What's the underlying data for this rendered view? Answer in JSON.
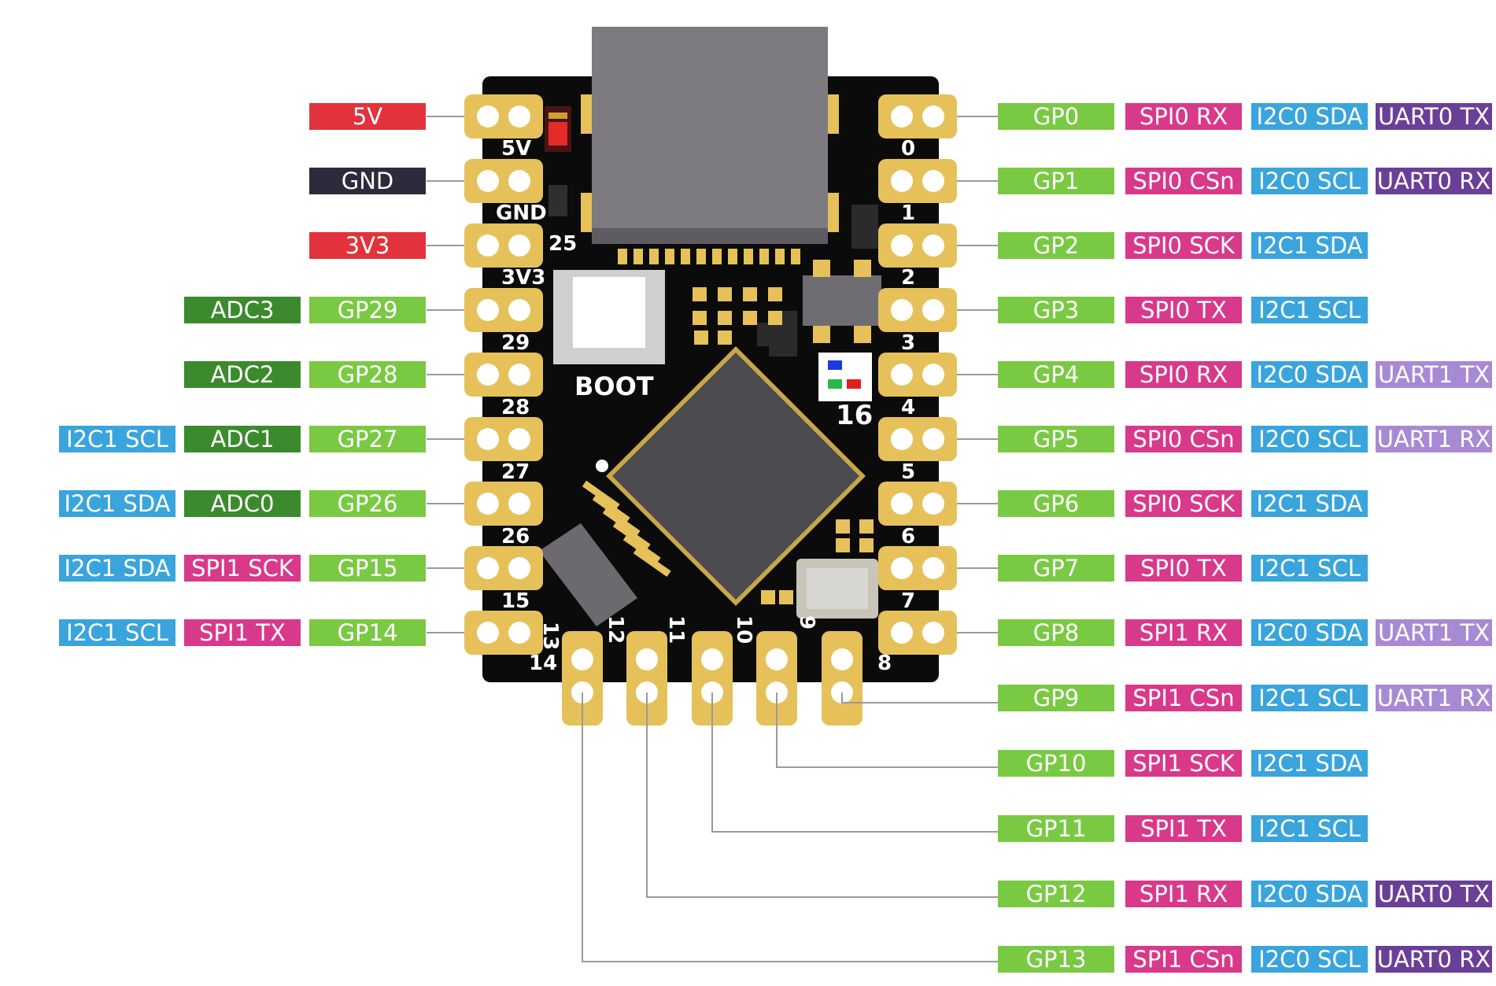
{
  "colors": {
    "power_red": "#e2323c",
    "ground": "#2b2b3b",
    "gpio_green": "#7ac943",
    "adc_green": "#3c8a2e",
    "spi_pink": "#d9398a",
    "i2c_blue": "#3aa4dc",
    "uart0_purple": "#6a3f97",
    "uart1_lavender": "#a88ad4",
    "board_black": "#0b0b0b",
    "pad_gold": "#e6c15a",
    "leader_gray": "#9a9a9a"
  },
  "left_pins": [
    {
      "labels": [
        {
          "text": "5V",
          "type": "power"
        }
      ]
    },
    {
      "labels": [
        {
          "text": "GND",
          "type": "ground"
        }
      ]
    },
    {
      "labels": [
        {
          "text": "3V3",
          "type": "power"
        }
      ]
    },
    {
      "labels": [
        {
          "text": "ADC3",
          "type": "adc"
        },
        {
          "text": "GP29",
          "type": "gpio"
        }
      ]
    },
    {
      "labels": [
        {
          "text": "ADC2",
          "type": "adc"
        },
        {
          "text": "GP28",
          "type": "gpio"
        }
      ]
    },
    {
      "labels": [
        {
          "text": "I2C1 SCL",
          "type": "i2c"
        },
        {
          "text": "ADC1",
          "type": "adc"
        },
        {
          "text": "GP27",
          "type": "gpio"
        }
      ]
    },
    {
      "labels": [
        {
          "text": "I2C1 SDA",
          "type": "i2c"
        },
        {
          "text": "ADC0",
          "type": "adc"
        },
        {
          "text": "GP26",
          "type": "gpio"
        }
      ]
    },
    {
      "labels": [
        {
          "text": "I2C1 SDA",
          "type": "i2c"
        },
        {
          "text": "SPI1 SCK",
          "type": "spi"
        },
        {
          "text": "GP15",
          "type": "gpio"
        }
      ]
    },
    {
      "labels": [
        {
          "text": "I2C1 SCL",
          "type": "i2c"
        },
        {
          "text": "SPI1 TX",
          "type": "spi"
        },
        {
          "text": "GP14",
          "type": "gpio"
        }
      ]
    }
  ],
  "right_pins": [
    {
      "labels": [
        {
          "text": "GP0",
          "type": "gpio"
        },
        {
          "text": "SPI0 RX",
          "type": "spi"
        },
        {
          "text": "I2C0 SDA",
          "type": "i2c"
        },
        {
          "text": "UART0 TX",
          "type": "uart0"
        }
      ]
    },
    {
      "labels": [
        {
          "text": "GP1",
          "type": "gpio"
        },
        {
          "text": "SPI0 CSn",
          "type": "spi"
        },
        {
          "text": "I2C0 SCL",
          "type": "i2c"
        },
        {
          "text": "UART0 RX",
          "type": "uart0"
        }
      ]
    },
    {
      "labels": [
        {
          "text": "GP2",
          "type": "gpio"
        },
        {
          "text": "SPI0 SCK",
          "type": "spi"
        },
        {
          "text": "I2C1 SDA",
          "type": "i2c"
        }
      ]
    },
    {
      "labels": [
        {
          "text": "GP3",
          "type": "gpio"
        },
        {
          "text": "SPI0 TX",
          "type": "spi"
        },
        {
          "text": "I2C1 SCL",
          "type": "i2c"
        }
      ]
    },
    {
      "labels": [
        {
          "text": "GP4",
          "type": "gpio"
        },
        {
          "text": "SPI0 RX",
          "type": "spi"
        },
        {
          "text": "I2C0 SDA",
          "type": "i2c"
        },
        {
          "text": "UART1 TX",
          "type": "uart1"
        }
      ]
    },
    {
      "labels": [
        {
          "text": "GP5",
          "type": "gpio"
        },
        {
          "text": "SPI0 CSn",
          "type": "spi"
        },
        {
          "text": "I2C0 SCL",
          "type": "i2c"
        },
        {
          "text": "UART1 RX",
          "type": "uart1"
        }
      ]
    },
    {
      "labels": [
        {
          "text": "GP6",
          "type": "gpio"
        },
        {
          "text": "SPI0 SCK",
          "type": "spi"
        },
        {
          "text": "I2C1 SDA",
          "type": "i2c"
        }
      ]
    },
    {
      "labels": [
        {
          "text": "GP7",
          "type": "gpio"
        },
        {
          "text": "SPI0 TX",
          "type": "spi"
        },
        {
          "text": "I2C1 SCL",
          "type": "i2c"
        }
      ]
    },
    {
      "labels": [
        {
          "text": "GP8",
          "type": "gpio"
        },
        {
          "text": "SPI1 RX",
          "type": "spi"
        },
        {
          "text": "I2C0 SDA",
          "type": "i2c"
        },
        {
          "text": "UART1 TX",
          "type": "uart1"
        }
      ]
    },
    {
      "labels": [
        {
          "text": "GP9",
          "type": "gpio"
        },
        {
          "text": "SPI1 CSn",
          "type": "spi"
        },
        {
          "text": "I2C1 SCL",
          "type": "i2c"
        },
        {
          "text": "UART1 RX",
          "type": "uart1"
        }
      ]
    },
    {
      "labels": [
        {
          "text": "GP10",
          "type": "gpio"
        },
        {
          "text": "SPI1 SCK",
          "type": "spi"
        },
        {
          "text": "I2C1 SDA",
          "type": "i2c"
        }
      ]
    },
    {
      "labels": [
        {
          "text": "GP11",
          "type": "gpio"
        },
        {
          "text": "SPI1 TX",
          "type": "spi"
        },
        {
          "text": "I2C1 SCL",
          "type": "i2c"
        }
      ]
    },
    {
      "labels": [
        {
          "text": "GP12",
          "type": "gpio"
        },
        {
          "text": "SPI1 RX",
          "type": "spi"
        },
        {
          "text": "I2C0 SDA",
          "type": "i2c"
        },
        {
          "text": "UART0 TX",
          "type": "uart0"
        }
      ]
    },
    {
      "labels": [
        {
          "text": "GP13",
          "type": "gpio"
        },
        {
          "text": "SPI1 CSn",
          "type": "spi"
        },
        {
          "text": "I2C0 SCL",
          "type": "i2c"
        },
        {
          "text": "UART0 RX",
          "type": "uart0"
        }
      ]
    }
  ],
  "board": {
    "left_silkscreen": [
      "5V",
      "GND",
      "3V3",
      "29",
      "28",
      "27",
      "26",
      "15"
    ],
    "right_silkscreen": [
      "0",
      "1",
      "2",
      "3",
      "4",
      "5",
      "6",
      "7",
      "8"
    ],
    "bottom_silkscreen": [
      "14",
      "13",
      "12",
      "11",
      "10",
      "9"
    ],
    "led_pin_label": "25",
    "rgb_pin_label": "16",
    "boot_label": "BOOT"
  }
}
